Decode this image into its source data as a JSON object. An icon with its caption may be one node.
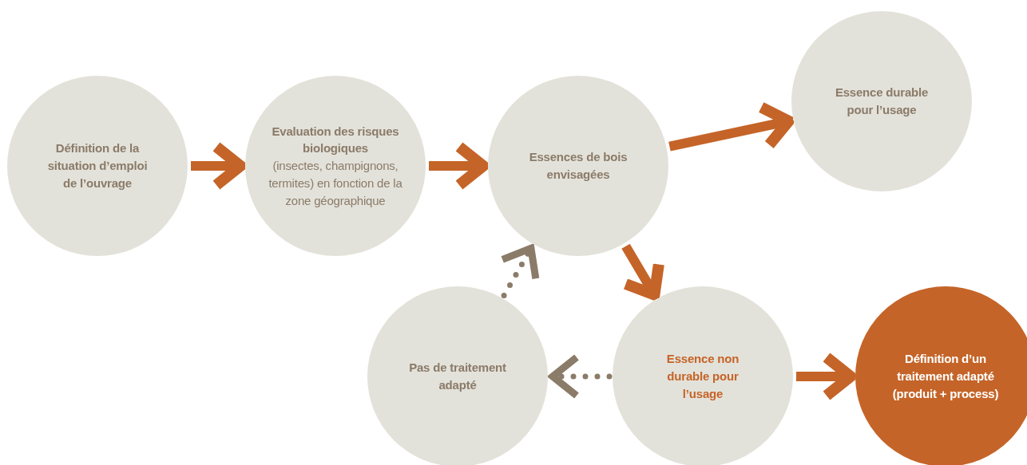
{
  "diagram": {
    "nodes": [
      {
        "text": [
          "Définition de la situation d’emploi de l’ouvrage"
        ]
      },
      {
        "text": [
          "Evaluation des risques biologiques",
          "(insectes, champignons, termites) en fonction de la zone géographique"
        ]
      },
      {
        "text": [
          "Essences de bois envisagées"
        ]
      },
      {
        "text": [
          "Essence durable pour l’usage"
        ]
      },
      {
        "text": [
          "Pas de traitement adapté"
        ]
      },
      {
        "text": [
          "Essence non durable pour l’usage"
        ]
      },
      {
        "text": [
          "Définition d’un traitement adapté (produit + process)"
        ]
      }
    ],
    "edges": [
      {
        "from": 0,
        "to": 1,
        "arrow": "to"
      },
      {
        "from": 1,
        "to": 2,
        "arrow": "to"
      },
      {
        "from": 2,
        "to": 3,
        "arrow": "to"
      },
      {
        "from": 2,
        "to": 5,
        "arrow": "to"
      },
      {
        "from": 5,
        "to": 6,
        "arrow": "to"
      },
      {
        "from": 5,
        "to": 4,
        "arrow": "to",
        "style": "dashed",
        "color": "#8b7b69"
      },
      {
        "from": 4,
        "to": 2,
        "arrow": "to",
        "style": "dashed",
        "color": "#8b7b69"
      }
    ]
  }
}
